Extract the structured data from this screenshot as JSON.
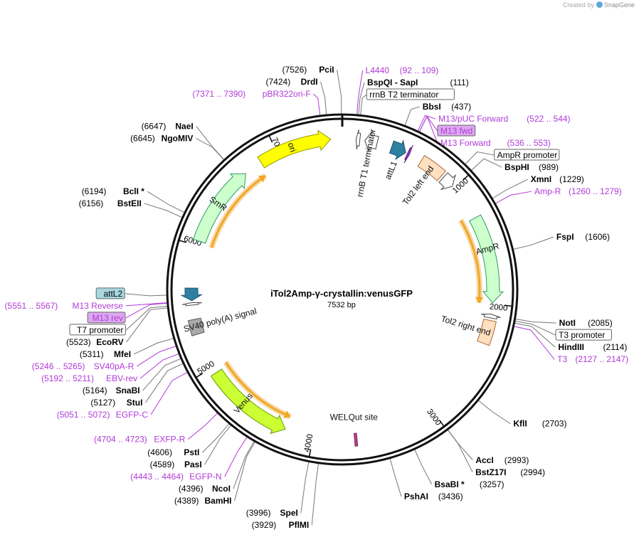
{
  "credit": {
    "prefix": "Created by",
    "brand": "SnapGene"
  },
  "plasmid": {
    "name": "iTol2Amp-γ-crystallin:venusGFP",
    "length_label": "7532 bp",
    "total_bp": 7532
  },
  "ticks": [
    {
      "bp": 1000,
      "label": "1000"
    },
    {
      "bp": 2000,
      "label": "2000"
    },
    {
      "bp": 3000,
      "label": "3000"
    },
    {
      "bp": 4000,
      "label": "4000"
    },
    {
      "bp": 5000,
      "label": "5000"
    },
    {
      "bp": 6000,
      "label": "6000"
    },
    {
      "bp": 7000,
      "label": "7000"
    }
  ],
  "features": [
    {
      "name": "ori",
      "kind": "arrow",
      "start": 6850,
      "end": 7440,
      "dir": 1,
      "ring": 0,
      "color": "#ffff00",
      "stroke": "#999900",
      "text_inside": true
    },
    {
      "name": "SmR",
      "kind": "arrow",
      "start": 6040,
      "end": 6700,
      "dir": 1,
      "ring": 0,
      "color": "#ccffcc",
      "stroke": "#339966",
      "text_inside": true
    },
    {
      "name": "AmpR",
      "kind": "arrow",
      "start": 1290,
      "end": 1990,
      "dir": 1,
      "ring": 0,
      "color": "#ccffcc",
      "stroke": "#339966",
      "text_inside": true
    },
    {
      "name": "Venus",
      "kind": "arrow",
      "start": 4230,
      "end": 4950,
      "dir": -1,
      "ring": 0,
      "color": "#ccff33",
      "stroke": "#669900",
      "text_inside": true
    },
    {
      "name": "Tol2 left end",
      "kind": "box",
      "start": 660,
      "end": 860,
      "dir": 0,
      "ring": 0,
      "color": "#ffe0c0",
      "stroke": "#aa6633"
    },
    {
      "name": "Tol2 right end",
      "kind": "box",
      "start": 2130,
      "end": 2320,
      "dir": 0,
      "ring": 0,
      "color": "#ffe0c0",
      "stroke": "#aa6633"
    },
    {
      "name": "attL1",
      "kind": "arrow",
      "start": 400,
      "end": 520,
      "dir": 1,
      "ring": 0,
      "color": "#2f7fa0",
      "stroke": "#1a5470"
    },
    {
      "name": "attL2",
      "kind": "arrow",
      "start": 5560,
      "end": 5660,
      "dir": -1,
      "ring": 0,
      "color": "#2f7fa0",
      "stroke": "#1a5470"
    },
    {
      "name": "rrnB T1 terminator",
      "kind": "arrow",
      "start": 180,
      "end": 280,
      "dir": -1,
      "ring": 0,
      "color": "#ffffff",
      "stroke": "#444444"
    },
    {
      "name": "rrnB T2 terminator",
      "kind": "arrow",
      "start": 110,
      "end": 140,
      "dir": -1,
      "ring": 0,
      "color": "#ffffff",
      "stroke": "#444444"
    },
    {
      "name": "AmpR promoter",
      "kind": "arrow",
      "start": 880,
      "end": 980,
      "dir": 1,
      "ring": 0,
      "color": "#ffffff",
      "stroke": "#444444"
    },
    {
      "name": "T3 promoter",
      "kind": "arrow",
      "start": 2080,
      "end": 2110,
      "dir": -1,
      "ring": 0,
      "color": "#ffffff",
      "stroke": "#444444"
    },
    {
      "name": "SV40 poly(A) signal",
      "kind": "box",
      "start": 5290,
      "end": 5410,
      "dir": 0,
      "ring": 0,
      "color": "#aaaaaa",
      "stroke": "#555555"
    },
    {
      "name": "T7 promoter",
      "kind": "arrow",
      "start": 5525,
      "end": 5545,
      "dir": 1,
      "ring": 0,
      "color": "#ffffff",
      "stroke": "#444444"
    },
    {
      "name": "WELQut site",
      "kind": "box",
      "start": 3648,
      "end": 3668,
      "dir": 0,
      "ring": 0,
      "color": "#cc3399",
      "stroke": "#66334d"
    },
    {
      "name": "M13 fwd",
      "kind": "arrow",
      "start": 536,
      "end": 553,
      "dir": 1,
      "ring": 0,
      "color": "#9933cc",
      "stroke": "#552277"
    }
  ],
  "orfs": [
    {
      "start": 6020,
      "end": 6820,
      "dir": 1
    },
    {
      "start": 1250,
      "end": 2000,
      "dir": 1
    },
    {
      "start": 4230,
      "end": 4980,
      "dir": -1
    }
  ],
  "feature_labels": [
    {
      "text": "ori"
    },
    {
      "text": "SmR"
    },
    {
      "text": "AmpR"
    },
    {
      "text": "Venus"
    },
    {
      "text": "Tol2 left end"
    },
    {
      "text": "Tol2 right end"
    },
    {
      "text": "attL1"
    },
    {
      "text": "rrnB T1 terminator"
    },
    {
      "text": "SV40 poly(A) signal"
    },
    {
      "text": "WELQut site"
    }
  ],
  "sites": [
    {
      "name": "PciI",
      "pos_label": "(7526)",
      "bp": 7526,
      "color": "black",
      "boxed": false,
      "side": "right-name"
    },
    {
      "name": "DrdI",
      "pos_label": "(7424)",
      "bp": 7424,
      "color": "black",
      "boxed": false,
      "side": "right-name"
    },
    {
      "name": "pBR322ori-F",
      "pos_label": "(7371 .. 7390)",
      "bp": 7380,
      "color": "purple",
      "boxed": false,
      "side": "right-name"
    },
    {
      "name": "NaeI",
      "pos_label": "(6647)",
      "bp": 6647,
      "color": "black",
      "boxed": false,
      "side": "right-name"
    },
    {
      "name": "NgoMIV",
      "pos_label": "(6645)",
      "bp": 6645,
      "color": "black",
      "boxed": false,
      "side": "right-name"
    },
    {
      "name": "BclI *",
      "pos_label": "(6194)",
      "bp": 6194,
      "color": "black",
      "boxed": false,
      "side": "right-name"
    },
    {
      "name": "BstEII",
      "pos_label": "(6156)",
      "bp": 6156,
      "color": "black",
      "boxed": false,
      "side": "right-name"
    },
    {
      "name": "M13 Reverse",
      "pos_label": "(5551 .. 5567)",
      "bp": 5559,
      "color": "purple",
      "boxed": false,
      "side": "right-name"
    },
    {
      "name": "M13 rev",
      "pos_label": "",
      "bp": 5555,
      "color": "purple",
      "boxed": true,
      "side": "box"
    },
    {
      "name": "T7 promoter",
      "pos_label": "",
      "bp": 5535,
      "color": "black",
      "boxed": true,
      "side": "box"
    },
    {
      "name": "EcoRV",
      "pos_label": "(5523)",
      "bp": 5523,
      "color": "black",
      "boxed": false,
      "side": "right-name"
    },
    {
      "name": "attL2",
      "pos_label": "",
      "bp": 5610,
      "color": "teal",
      "boxed": true,
      "side": "box"
    },
    {
      "name": "MfeI",
      "pos_label": "(5311)",
      "bp": 5311,
      "color": "black",
      "boxed": false,
      "side": "right-name"
    },
    {
      "name": "SV40pA-R",
      "pos_label": "(5246 .. 5265)",
      "bp": 5255,
      "color": "purple",
      "boxed": false,
      "side": "right-name"
    },
    {
      "name": "EBV-rev",
      "pos_label": "(5192 .. 5211)",
      "bp": 5200,
      "color": "purple",
      "boxed": false,
      "side": "right-name"
    },
    {
      "name": "SnaBI",
      "pos_label": "(5164)",
      "bp": 5164,
      "color": "black",
      "boxed": false,
      "side": "right-name"
    },
    {
      "name": "StuI",
      "pos_label": "(5127)",
      "bp": 5127,
      "color": "black",
      "boxed": false,
      "side": "right-name"
    },
    {
      "name": "EGFP-C",
      "pos_label": "(5051 .. 5072)",
      "bp": 5060,
      "color": "purple",
      "boxed": false,
      "side": "right-name"
    },
    {
      "name": "EXFP-R",
      "pos_label": "(4704 .. 4723)",
      "bp": 4713,
      "color": "purple",
      "boxed": false,
      "side": "right-name"
    },
    {
      "name": "PstI",
      "pos_label": "(4606)",
      "bp": 4606,
      "color": "black",
      "boxed": false,
      "side": "right-name"
    },
    {
      "name": "PasI",
      "pos_label": "(4589)",
      "bp": 4589,
      "color": "black",
      "boxed": false,
      "side": "right-name"
    },
    {
      "name": "EGFP-N",
      "pos_label": "(4443 .. 4464)",
      "bp": 4453,
      "color": "purple",
      "boxed": false,
      "side": "right-name"
    },
    {
      "name": "NcoI",
      "pos_label": "(4396)",
      "bp": 4396,
      "color": "black",
      "boxed": false,
      "side": "right-name"
    },
    {
      "name": "BamHI",
      "pos_label": "(4389)",
      "bp": 4389,
      "color": "black",
      "boxed": false,
      "side": "right-name"
    },
    {
      "name": "SpeI",
      "pos_label": "(3996)",
      "bp": 3996,
      "color": "black",
      "boxed": false,
      "side": "right-name"
    },
    {
      "name": "PflMI",
      "pos_label": "(3929)",
      "bp": 3929,
      "color": "black",
      "boxed": false,
      "side": "right-name"
    },
    {
      "name": "PshAI",
      "pos_label": "(3436)",
      "bp": 3436,
      "color": "black",
      "boxed": false,
      "side": "left-name"
    },
    {
      "name": "BsaBI *",
      "pos_label": "(3257)",
      "bp": 3257,
      "color": "black",
      "boxed": false,
      "side": "left-name"
    },
    {
      "name": "AccI",
      "pos_label": "(2993)",
      "bp": 2993,
      "color": "black",
      "boxed": false,
      "side": "left-name"
    },
    {
      "name": "BstZ17I",
      "pos_label": "(2994)",
      "bp": 2994,
      "color": "black",
      "boxed": false,
      "side": "left-name"
    },
    {
      "name": "KflI",
      "pos_label": "(2703)",
      "bp": 2703,
      "color": "black",
      "boxed": false,
      "side": "left-name"
    },
    {
      "name": "T3 promoter",
      "pos_label": "",
      "bp": 2100,
      "color": "black",
      "boxed": true,
      "side": "box"
    },
    {
      "name": "T3",
      "pos_label": "(2127 .. 2147)",
      "bp": 2137,
      "color": "purple",
      "boxed": false,
      "side": "left-name"
    },
    {
      "name": "HindIII",
      "pos_label": "(2114)",
      "bp": 2114,
      "color": "black",
      "boxed": false,
      "side": "left-name"
    },
    {
      "name": "NotI",
      "pos_label": "(2085)",
      "bp": 2085,
      "color": "black",
      "boxed": false,
      "side": "left-name"
    },
    {
      "name": "FspI",
      "pos_label": "(1606)",
      "bp": 1606,
      "color": "black",
      "boxed": false,
      "side": "left-name"
    },
    {
      "name": "Amp-R",
      "pos_label": "(1260 .. 1279)",
      "bp": 1270,
      "color": "purple",
      "boxed": false,
      "side": "left-name"
    },
    {
      "name": "XmnI",
      "pos_label": "(1229)",
      "bp": 1229,
      "color": "black",
      "boxed": false,
      "side": "left-name"
    },
    {
      "name": "BspHI",
      "pos_label": "(989)",
      "bp": 989,
      "color": "black",
      "boxed": false,
      "side": "left-name"
    },
    {
      "name": "AmpR promoter",
      "pos_label": "",
      "bp": 930,
      "color": "black",
      "boxed": true,
      "side": "box"
    },
    {
      "name": "M13 fwd",
      "pos_label": "",
      "bp": 545,
      "color": "purple",
      "boxed": true,
      "side": "box"
    },
    {
      "name": "M13 Forward",
      "pos_label": "(536 .. 553)",
      "bp": 545,
      "color": "purple",
      "boxed": false,
      "side": "left-name"
    },
    {
      "name": "M13/pUC Forward",
      "pos_label": "(522 .. 544)",
      "bp": 533,
      "color": "purple",
      "boxed": false,
      "side": "left-name"
    },
    {
      "name": "BbsI",
      "pos_label": "(437)",
      "bp": 437,
      "color": "black",
      "boxed": false,
      "side": "left-name"
    },
    {
      "name": "rrnB T2 terminator",
      "pos_label": "",
      "bp": 125,
      "color": "black",
      "boxed": true,
      "side": "box"
    },
    {
      "name": "BspQI  -  SapI",
      "pos_label": "(111)",
      "bp": 111,
      "color": "black",
      "boxed": false,
      "side": "left-name"
    },
    {
      "name": "L4440",
      "pos_label": "(92 .. 109)",
      "bp": 100,
      "color": "purple",
      "boxed": false,
      "side": "left-name"
    }
  ],
  "colors": {
    "purple": "#b03ad8",
    "teal_box": "#a8d8e0",
    "m13_box": "#dda8f0",
    "orf": "#f5a623",
    "backbone": "#111111"
  }
}
